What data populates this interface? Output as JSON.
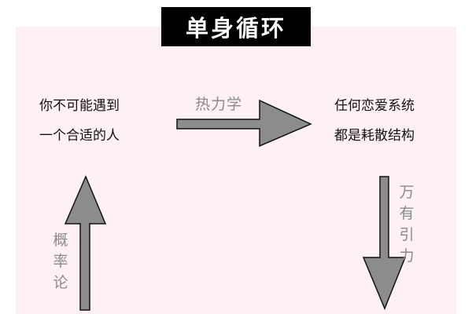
{
  "title": "单身循环",
  "nodes": {
    "left": {
      "line1": "你不可能遇到",
      "line2": "一个合适的人"
    },
    "right": {
      "line1": "任何恋爱系统",
      "line2": "都是耗散结构"
    }
  },
  "edges": {
    "top": {
      "label": "热力学"
    },
    "right": {
      "label": "万有引力"
    },
    "left": {
      "label": "概率论"
    }
  },
  "colors": {
    "panel": "#fdf1f4",
    "arrow_fill": "#8c8c8c",
    "arrow_stroke": "#111111",
    "label_gray": "#8a8a8a",
    "title_bg": "#000000",
    "title_text": "#ffffff"
  }
}
